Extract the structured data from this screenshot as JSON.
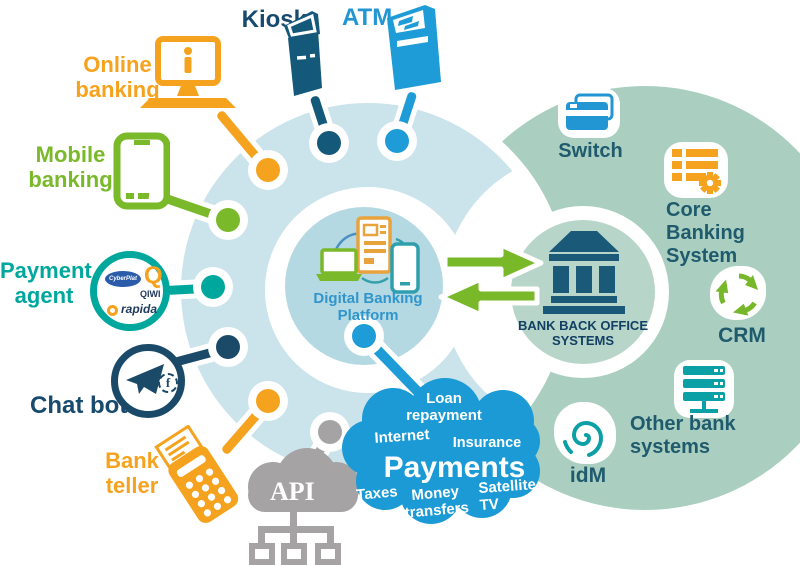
{
  "channels": {
    "kiosk": {
      "label": "Kiosk"
    },
    "atm": {
      "label": "ATM"
    },
    "online_banking": {
      "label": "Online banking"
    },
    "mobile_banking": {
      "label": "Mobile banking"
    },
    "payment_agent": {
      "label": "Payment agent",
      "logos": {
        "cyberplat": "CyberPlat",
        "qiwi_q": "Q",
        "qiwi": "QIWI",
        "rapida": "rapida"
      }
    },
    "chat_bot": {
      "label": "Chat bot",
      "facebook_f": "f"
    },
    "bank_teller": {
      "label": "Bank teller"
    }
  },
  "platform": {
    "label": "Digital Banking Platform"
  },
  "back_office": {
    "label": "BANK BACK OFFICE SYSTEMS"
  },
  "systems": {
    "switch": "Switch",
    "core_banking": "Core Banking System",
    "crm": "CRM",
    "other": "Other bank systems",
    "idm": "idM"
  },
  "payments_cloud": {
    "title": "Payments",
    "items": {
      "loan": "Loan repayment",
      "internet": "Internet",
      "insurance": "Insurance",
      "taxes": "Taxes",
      "money": "Money transfers",
      "satellite": "Satellite TV"
    }
  },
  "api_cloud": {
    "label": "API"
  },
  "colors": {
    "donut_ring": "#cbe3ea",
    "inner_disc": "#b5d9e2",
    "green_disc": "#aacfc1",
    "bank_disc": "#b7d6c9",
    "orange": "#f5a31e",
    "green": "#7ab929",
    "teal": "#00a79d",
    "navy": "#174a6d",
    "kiosk_navy": "#14587a",
    "atm_blue": "#1e9cd7",
    "cloud_blue": "#1b9ad6",
    "api_gray": "#a5a3a4",
    "arrow_green": "#79b829",
    "label_dark_teal": "#1f5b6d",
    "platform_blue": "#3095cc"
  }
}
